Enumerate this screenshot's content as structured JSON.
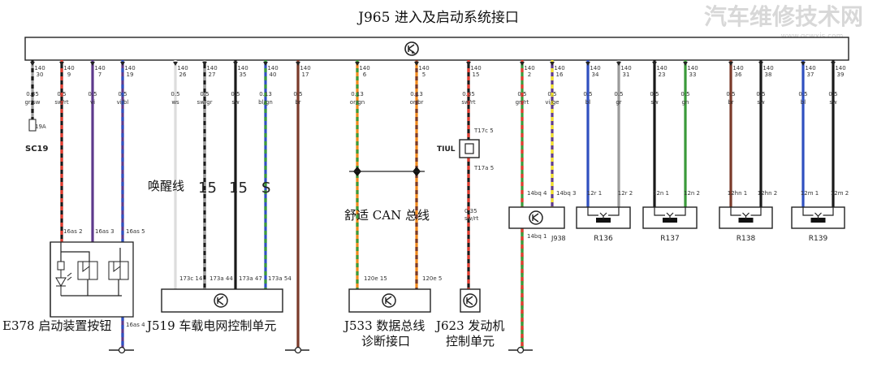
{
  "title": "J965 进入及启动系统接口",
  "watermark": "汽车维修技术网",
  "watermark_url": "www.qcwxjs.com",
  "colors": {
    "black": "#1a1a1a",
    "red": "#e23b2e",
    "violet": "#5e3a8c",
    "blue": "#3050c0",
    "white": "#dcdcdc",
    "grey": "#9a9a9a",
    "green": "#3a9a3a",
    "brown": "#7a3a2a",
    "orange": "#f08a1c",
    "yellow": "#f2e22a"
  },
  "pins": [
    {
      "num": "140",
      "pin": "30",
      "gauge": "0.35",
      "color": "gr/sw"
    },
    {
      "num": "140",
      "pin": "9",
      "gauge": "0.5",
      "color": "sw/rt"
    },
    {
      "num": "140",
      "pin": "7",
      "gauge": "0.5",
      "color": "vi"
    },
    {
      "num": "140",
      "pin": "19",
      "gauge": "0.5",
      "color": "vi/bl"
    },
    {
      "num": "140",
      "pin": "26",
      "gauge": "0.5",
      "color": "ws"
    },
    {
      "num": "140",
      "pin": "27",
      "gauge": "0.5",
      "color": "sw/gr"
    },
    {
      "num": "140",
      "pin": "35",
      "gauge": "0.5",
      "color": "sw"
    },
    {
      "num": "140",
      "pin": "40",
      "gauge": "0.13",
      "color": "bl/gn"
    },
    {
      "num": "140",
      "pin": "17",
      "gauge": "0.5",
      "color": "br"
    },
    {
      "num": "140",
      "pin": "6",
      "gauge": "0.13",
      "color": "or/gn"
    },
    {
      "num": "140",
      "pin": "5",
      "gauge": "0.13",
      "color": "or/br"
    },
    {
      "num": "140",
      "pin": "15",
      "gauge": "0.35",
      "color": "sw/rt"
    },
    {
      "num": "140",
      "pin": "2",
      "gauge": "0.5",
      "color": "gn/rt"
    },
    {
      "num": "140",
      "pin": "16",
      "gauge": "0.5",
      "color": "vi/ge"
    },
    {
      "num": "140",
      "pin": "34",
      "gauge": "0.5",
      "color": "bl"
    },
    {
      "num": "140",
      "pin": "31",
      "gauge": "0.5",
      "color": "gr"
    },
    {
      "num": "140",
      "pin": "23",
      "gauge": "0.5",
      "color": "sw"
    },
    {
      "num": "140",
      "pin": "33",
      "gauge": "0.5",
      "color": "gn"
    },
    {
      "num": "140",
      "pin": "36",
      "gauge": "0.5",
      "color": "br"
    },
    {
      "num": "140",
      "pin": "38",
      "gauge": "0.5",
      "color": "sw"
    },
    {
      "num": "140",
      "pin": "37",
      "gauge": "0.5",
      "color": "bl"
    },
    {
      "num": "140",
      "pin": "39",
      "gauge": "0.5",
      "color": "sw"
    }
  ],
  "sc": {
    "label": "SC19",
    "pin": "19A"
  },
  "components": {
    "e378": {
      "label": "E378 启动装置按钮",
      "pins": [
        "16as 2",
        "16as 3",
        "16as 5"
      ],
      "bottom": "16as 4"
    },
    "j519": {
      "label": "J519 车载电网控制单元",
      "pins": [
        "173c 14",
        "173a 44",
        "173a 47",
        "173a 54"
      ]
    },
    "j533": {
      "label1": "J533 数据总线",
      "label2": "诊断接口",
      "pins": [
        "120e 15",
        "120e 5"
      ]
    },
    "j623": {
      "label1": "J623 发动机",
      "label2": "控制单元"
    },
    "j938": {
      "label": "J938",
      "pins": [
        "14bq 4",
        "14bq 3"
      ],
      "bottom": "14bq 1"
    },
    "tiul": {
      "label": "TIUL",
      "top": "T17c 5",
      "bottom": "T17a 5",
      "gauge": "0.35",
      "color": "sw/rt"
    },
    "r136": {
      "label": "R136",
      "pins": [
        "12r 1",
        "12r 2"
      ]
    },
    "r137": {
      "label": "R137",
      "pins": [
        "12n 1",
        "12n 2"
      ]
    },
    "r138": {
      "label": "R138",
      "pins": [
        "12hn 1",
        "12hn 2"
      ]
    },
    "r139": {
      "label": "R139",
      "pins": [
        "12m 1",
        "12m 2"
      ]
    }
  },
  "annotations": {
    "wake": "唤醒线",
    "n15a": "15",
    "n15b": "15",
    "s": "S",
    "can": "舒适 CAN 总线"
  }
}
